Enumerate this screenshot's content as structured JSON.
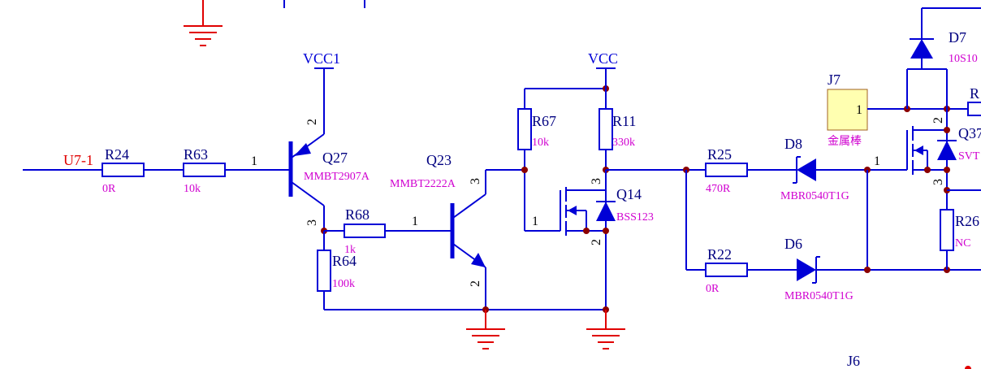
{
  "nets": {
    "u7": "U7-1",
    "vcc1": "VCC1",
    "vcc": "VCC"
  },
  "resistors": {
    "r24": {
      "ref": "R24",
      "value": "0R"
    },
    "r63": {
      "ref": "R63",
      "value": "10k"
    },
    "r68": {
      "ref": "R68",
      "value": "1k"
    },
    "r64": {
      "ref": "R64",
      "value": "100k"
    },
    "r67": {
      "ref": "R67",
      "value": "10k"
    },
    "r11": {
      "ref": "R11",
      "value": "330k"
    },
    "r25": {
      "ref": "R25",
      "value": "470R"
    },
    "r22": {
      "ref": "R22",
      "value": "0R"
    },
    "r26": {
      "ref": "R26",
      "value": "NC"
    },
    "r_partial": {
      "ref": "R"
    }
  },
  "transistors": {
    "q27": {
      "ref": "Q27",
      "value": "MMBT2907A"
    },
    "q23": {
      "ref": "Q23",
      "value": "MMBT2222A"
    },
    "q14": {
      "ref": "Q14",
      "value": "BSS123"
    },
    "q37": {
      "ref": "Q37",
      "value": "SVT"
    }
  },
  "diodes": {
    "d8": {
      "ref": "D8",
      "value": "MBR0540T1G"
    },
    "d6": {
      "ref": "D6",
      "value": "MBR0540T1G"
    },
    "d7": {
      "ref": "D7",
      "value": "10S10"
    }
  },
  "connectors": {
    "j7": {
      "ref": "J7",
      "pin": "1",
      "value": "金属棒"
    },
    "j6": {
      "ref": "J6"
    }
  },
  "pins": {
    "one": "1",
    "two": "2",
    "three": "3"
  }
}
